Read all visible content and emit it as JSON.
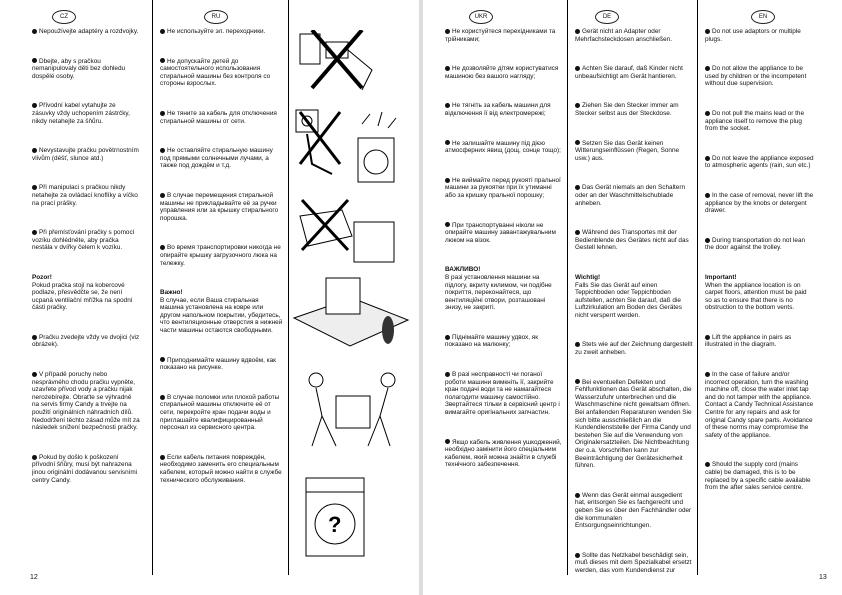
{
  "left_page": {
    "number": "12",
    "cz": {
      "badge": "CZ",
      "items": [
        "Nepoužívejte adaptéry a rozdvojky.",
        "Dbejte, aby s pračkou nemanipulovaly děti bez dohledu dospělé osoby.",
        "Přívodní kabel vytahujte ze zásuvky vždy uchopením zástrčky, nikdy netahejte za šňůru.",
        "Nevystavujte pračku povětrnostním vlivům (déšť, slunce atd.)",
        "Při manipulaci s pračkou nikdy netahejte za ovládací knoflíky a víčko na prací prášky.",
        "Při přemísťování pračky s pomocí vozíku dohlédněte, aby pračka nestála v dvířky čelem k vozíku."
      ],
      "notice_title": "Pozor!",
      "notice_text": "Pokud pračka stojí na kobercové podlaze, přesvědčte se, že není ucpaná ventilační mřížka na spodní části pračky.",
      "items2": [
        "Pračku zvedejte vždy ve dvojici (viz obrázek).",
        "V případě poruchy nebo nesprávného chodu pračku vypněte, uzavřete přívod vody a pračku nijak nerozebírejte. Obraťte se výhradně na servis firmy Candy a trvejte na použití originálních náhradních dílů. Nedodržení těchto zásad může mít za následek snížení bezpečnosti pračky.",
        "Pokud by došlo k poškození přívodní šňůry, musí být nahrazena jinou originální dodávanou servisními centry Candy."
      ]
    },
    "ru": {
      "badge": "RU",
      "items": [
        "Не используйте эл. переходники.",
        "Не допускайте детей до самостоятельного использования стиральной машины без контроля со стороны взрослых.",
        "Не тяните за кабель для отключения стиральной машины от сети.",
        "Не оставляйте стиральную машину под прямыми солнечными лучами, а также под дождём и т.д.",
        "В случае перемещения стиральной машины не прикладывайте её за ручки управления или за крышку стирального порошка.",
        "Во время транспортировки никогда не опирайте крышку загрузочного люка на тележку."
      ],
      "notice_title": "Важно!",
      "notice_text": "В случае, если Ваша стиральная машина установлена на ковре или другом напольном покрытии, убедитесь, что вентиляционные отверстия в нижней части машины остаются свободными.",
      "items2": [
        "Приподнимайте машину вдвоём, как показано на рисунке.",
        "В случае поломки или плохой работы стиральной машины отключите её от сети, перекройте кран подачи воды и приглашайте квалифицированный персонал из сервисного центра.",
        "Если кабель питания повреждён, необходимо заменить его специальным кабелем, который можно найти в службе технического обслуживания."
      ]
    }
  },
  "right_page": {
    "number": "13",
    "ukr": {
      "badge": "UKR",
      "items": [
        "Не користуйтеся перехідниками та трійниками;",
        "Не дозволяйте дітям користуватися машиною без вашого нагляду;",
        "Не тягніть за кабель машини для відключення її від електромережі;",
        "Не залишайте машину під дією атмосферних явищ (дощ, сонце тощо);",
        "Не виймайте перед рукояті пральної машини за рукоятки при їх утиманні або за кришку пральної порошку;",
        "При транспортуванні ніколи не опирайте машину завантажувальним люком на візок."
      ],
      "notice_title": "ВАЖЛИВО!",
      "notice_text": "В разі установлення машини на підлогу, вкриту килимом, чи подібне покриття, переконайтеся, що вентиляційні отвори, розташовані знизу, не закриті.",
      "items2": [
        "Піднімайте машину удвох, як показано на малюнку;",
        "В разі несправності чи поганої роботи машини вимкніть її, закрийте кран подачі води та не намагайтеся полагодити машину самостійно. Звертайтеся тільки в сервісний центр і вимагайте оригінальних запчастин.",
        "Якщо кабель живлення ушкоджений, необхідно замінити його спеціальним кабелем, який можна знайти в службі технічного забезпечення."
      ]
    },
    "de": {
      "badge": "DE",
      "items": [
        "Gerät nicht an Adapter oder Mehrfachsteckdosen anschließen.",
        "Achten Sie darauf, daß Kinder nicht unbeaufsichtigt am Gerät hantieren.",
        "Ziehen Sie den Stecker immer am Stecker selbst aus der Steckdose.",
        "Setzen Sie das Gerät keinen Witterungseinflüssen (Regen, Sonne usw.) aus.",
        "Das Gerät niemals an den Schaltern oder an der Waschmittelschublade anheben.",
        "Während des Transportes mit der Bedienblende des Gerätes nicht auf das Gestell lehnen."
      ],
      "notice_title": "Wichtig!",
      "notice_text": "Falls Sie das Gerät auf einen Teppichboden oder Teppichboden aufstellen, achten Sie darauf, daß die Luftzirkulation am Boden des Gerätes nicht versperrt werden.",
      "items2": [
        "Stets wie auf der Zeichnung dargestellt zu zweit anheben.",
        "Bei eventuellen Defekten und Fehlfunktionen das Gerät abschalten, die Wasserzufuhr unterbrechen und die Waschmaschine nicht gewaltsam öffnen. Bei anfallenden Reparaturen wenden Sie sich bitte ausschließlich an die Kundendienststelle der Firma Candy und bestehen Sie auf die Verwendung von Originalersatzteilen. Die Nichtbeachtung der o.a. Vorschriften kann zur Beeinträchtigung der Gerätesicherheit führen.",
        "Wenn das Gerät einmal ausgedient hat, entsorgen Sie es fachgerecht und geben Sie es über den Fachhändler oder die kommunalen Entsorgungseinrichtungen.",
        "Sollte das Netzkabel beschädigt sein, muß dieses mit dem Spezialkabel ersetzt werden, das vom Kundendienst zur Verfügung gestellt werden kann."
      ]
    },
    "en": {
      "badge": "EN",
      "items": [
        "Do not use adaptors or multiple plugs.",
        "Do not allow the appliance to be used by children or the incompetent without due supervision.",
        "Do not pull the mains lead or the appliance itself to remove the plug from the socket.",
        "Do not leave the appliance exposed to atmospheric agents (rain, sun etc.)",
        "In the case of removal, never lift the appliance by the knobs or detergent drawer.",
        "During transportation do not lean the door against the trolley."
      ],
      "notice_title": "Important!",
      "notice_text": "When the appliance location is on carpet floors, attention must be paid so as to ensure that there is no obstruction to the bottom vents.",
      "items2": [
        "Lift the appliance in pairs as illustrated in the diagram.",
        "In the case of failure and/or incorrect operation, turn the washing machine off, close the water inlet tap and do not tamper with the appliance. Contact a Candy Technical Assistance Centre for any repairs and ask for original Candy spare parts. Avoidance of these norms may compromise the safety of the appliance.",
        "Should the supply cord (mains cable) be damaged, this is to be replaced by a specific cable available from the after sales service centre."
      ]
    }
  }
}
